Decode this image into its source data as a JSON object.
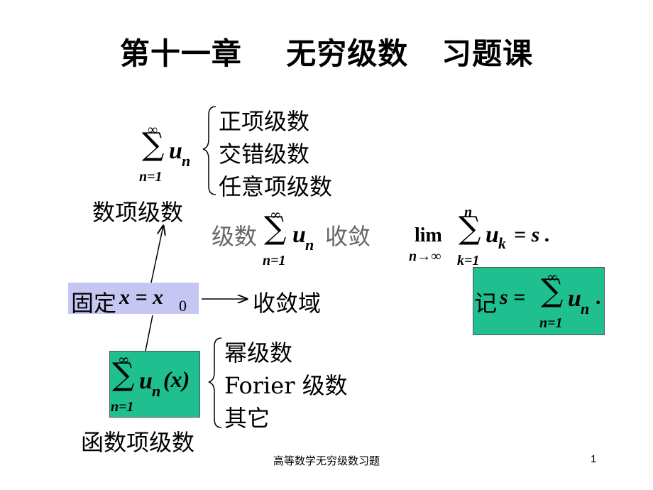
{
  "title": "第十一章    无穷级数   习题课",
  "numeric_series": {
    "sum_sup": "∞",
    "sum_sign": "∑",
    "term": "u",
    "term_sub": "n",
    "sum_sub": "n=1",
    "label": "数项级数",
    "types": [
      "正项级数",
      "交错级数",
      "任意项级数"
    ]
  },
  "convergence": {
    "prefix": "级数",
    "suffix": "收敛",
    "lim_word": "lim",
    "lim_sub": "n→∞",
    "sum_sup": "n",
    "sum_sub": "k=1",
    "term_sub": "k",
    "rhs": "= s .",
    "note_prefix": "记",
    "note_lhs": "s =",
    "note_sum_sup": "∞",
    "note_sum_sub": "n=1",
    "note_term_sub": "n",
    "note_end": "."
  },
  "fix_point": {
    "prefix": "固定",
    "expr": "x = x",
    "expr_sub": "0",
    "result": "收敛域"
  },
  "function_series": {
    "sum_sup": "∞",
    "sum_sub": "n=1",
    "term": "u",
    "term_sub": "n",
    "arg": "(x)",
    "label": "函数项级数",
    "types": [
      "幂级数",
      "Forier 级数",
      "其它"
    ]
  },
  "footer": "高等数学无穷级数习题",
  "page_number": "1",
  "colors": {
    "green_box": "#1fbf8f",
    "lavender_box": "#c6c6f2",
    "gray_text": "#666666"
  }
}
